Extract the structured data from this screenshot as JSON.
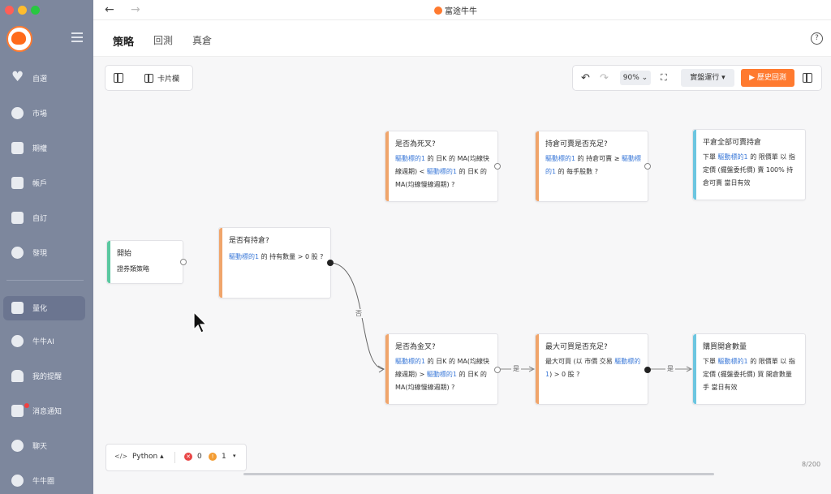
{
  "window": {
    "title": "富途牛牛",
    "traffic_colors": [
      "#ff5f57",
      "#febc2e",
      "#28c840"
    ]
  },
  "sidebar": {
    "items": [
      {
        "label": "自選"
      },
      {
        "label": "市場"
      },
      {
        "label": "期權"
      },
      {
        "label": "帳戶"
      },
      {
        "label": "自訂"
      },
      {
        "label": "發現"
      },
      {
        "label": "量化",
        "active": true
      },
      {
        "label": "牛牛AI"
      },
      {
        "label": "我的提醒"
      },
      {
        "label": "消息通知"
      },
      {
        "label": "聊天"
      },
      {
        "label": "牛牛圈"
      }
    ]
  },
  "tabs": {
    "items": [
      {
        "label": "策略",
        "active": true
      },
      {
        "label": "回測"
      },
      {
        "label": "真倉"
      }
    ]
  },
  "toolbar": {
    "card_label": "卡片欄",
    "zoom": "90%",
    "mode": "實盤運行",
    "run_label": "歷史回測"
  },
  "nodes": {
    "start": {
      "title": "開始",
      "body": "證券類策略"
    },
    "has_position": {
      "title": "是否有持倉?",
      "hl": "驅動標的1",
      "body": "的 持有數量 > 0 股 ?"
    },
    "death_cross": {
      "title": "是否為死叉?",
      "hl1": "驅動標的1",
      "t1": "的 日K 的 MA(均線快線週期) <",
      "hl2": "驅動標的1",
      "t2": "的 日K 的 MA(均線慢線週期) ?"
    },
    "sellable": {
      "title": "持倉可賣是否充足?",
      "hl1": "驅動標的1",
      "t1": "的 持倉可賣 ≥",
      "hl2": "驅動標的1",
      "t2": "的 每手股數 ?"
    },
    "close_all": {
      "title": "平倉全部可賣持倉",
      "p1": "下單",
      "hl": "驅動標的1",
      "t1": "的 限價單 以 指定價 (擺盤委托價) 賣 100% 持倉可賣 當日有效"
    },
    "golden_cross": {
      "title": "是否為金叉?",
      "hl1": "驅動標的1",
      "t1": "的 日K 的 MA(均線快線週期) >",
      "hl2": "驅動標的1",
      "t2": "的 日K 的 MA(均線慢線週期) ?"
    },
    "max_buy": {
      "title": "最大可買是否充足?",
      "t1": "最大可買 (以 市價 交易",
      "hl": "驅動標的1",
      "t2": ") > 0 股 ?"
    },
    "buy_open": {
      "title": "購買開倉數量",
      "p1": "下單",
      "hl": "驅動標的1",
      "t1": "的 限價單 以 指定價 (擺盤委托價) 買 開倉數量 手 當日有效"
    }
  },
  "edges": {
    "no_label": "否",
    "yes1": "是",
    "yes2": "是"
  },
  "bottom": {
    "language": "Python",
    "errors": "0",
    "warnings": "1"
  },
  "page_count": "8/200",
  "colors": {
    "accent": "#ff7a2f",
    "condition_bar": "#f0a56b",
    "start_bar": "#5ac8a0",
    "action_bar": "#6cc6e0",
    "link": "#3a78d8"
  }
}
